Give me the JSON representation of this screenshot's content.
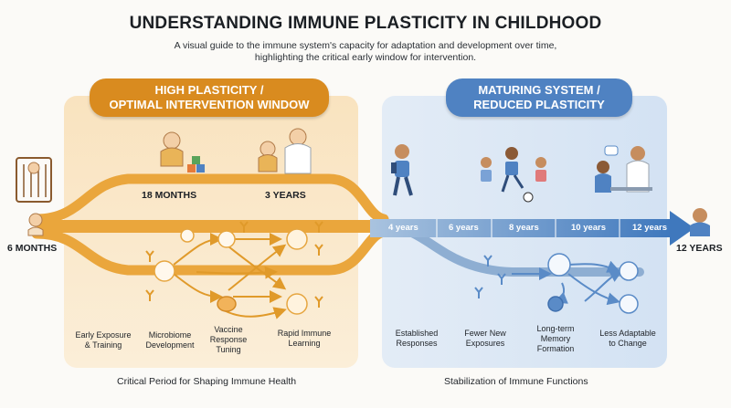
{
  "header": {
    "title": "UNDERSTANDING IMMUNE PLASTICITY IN CHILDHOOD",
    "subtitle_line1": "A visual guide to the immune system's capacity for adaptation and development over time,",
    "subtitle_line2": "highlighting the critical early window for intervention."
  },
  "left_panel": {
    "banner_line1": "HIGH PLASTICITY /",
    "banner_line2": "OPTIMAL INTERVENTION WINDOW",
    "milestones": [
      "18 MONTHS",
      "3 YEARS"
    ],
    "labels": [
      {
        "line1": "Early Exposure",
        "line2": "& Training"
      },
      {
        "line1": "Microbiome",
        "line2": "Development"
      },
      {
        "line1": "Vaccine",
        "line2": "Response",
        "line3": "Tuning"
      },
      {
        "line1": "Rapid Immune",
        "line2": "Learning"
      }
    ],
    "footer": "Critical Period for Shaping Immune Health"
  },
  "right_panel": {
    "banner_line1": "MATURING SYSTEM /",
    "banner_line2": "REDUCED PLASTICITY",
    "labels": [
      {
        "line1": "Established",
        "line2": "Responses"
      },
      {
        "line1": "Fewer New",
        "line2": "Exposures"
      },
      {
        "line1": "Long-term",
        "line2": "Memory",
        "line3": "Formation"
      },
      {
        "line1": "Less Adaptable",
        "line2": "to Change"
      }
    ],
    "footer": "Stabilization of Immune Functions"
  },
  "timeline": {
    "start_label": "6 MONTHS",
    "end_label": "12 YEARS",
    "ticks": [
      "4 years",
      "6 years",
      "8 years",
      "10 years",
      "12 years"
    ]
  },
  "colors": {
    "orange": "#d98b1f",
    "orange_light": "#f7dfb5",
    "blue": "#4f82c2",
    "blue_light": "#dbe7f5"
  }
}
